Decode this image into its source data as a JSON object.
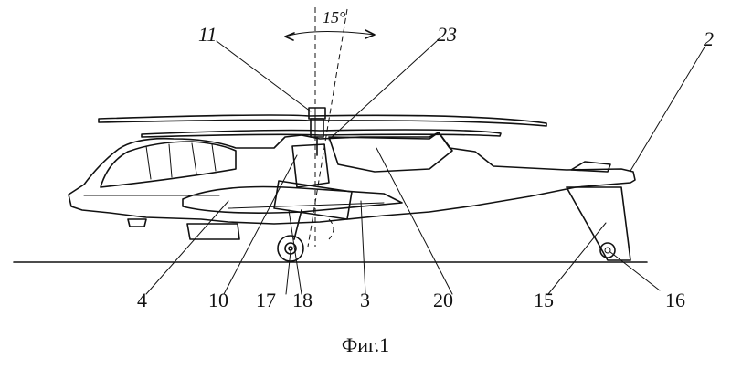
{
  "figure": {
    "caption": "Фиг.1",
    "angle_label": "15°",
    "labels": {
      "l2": "2",
      "l3": "3",
      "l4": "4",
      "l10": "10",
      "l11": "11",
      "l15": "15",
      "l16": "16",
      "l17": "17",
      "l18": "18",
      "l20": "20",
      "l23": "23"
    }
  }
}
